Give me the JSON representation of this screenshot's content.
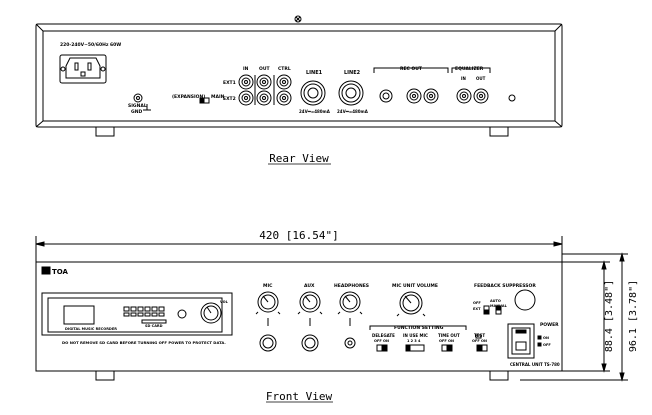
{
  "rear": {
    "view_title": "Rear View",
    "power_rating": "220-240V~50/60Hz 60W",
    "signal_gnd_1": "SIGNAL",
    "signal_gnd_2": "GND",
    "expansion_label": "(EXPANSION)",
    "main_label": "MAIN",
    "in_label": "IN",
    "out_label": "OUT",
    "ctrl_label": "CTRL",
    "ext1_label": "EXT1",
    "ext2_label": "EXT2",
    "line1_label": "LINE1",
    "line1_rating": "24V⎓=480mA",
    "line2_label": "LINE2",
    "line2_rating": "24V⎓=480mA",
    "rec_out_label": "REC OUT",
    "equalizer_label": "EQUALIZER",
    "eq_in_label": "IN",
    "eq_out_label": "OUT"
  },
  "front": {
    "view_title": "Front View",
    "brand": "TOA",
    "width_dim": "420 [16.54\"]",
    "height_dim_inner": "88.4 [3.48\"]",
    "height_dim_outer": "96.1 [3.78\"]",
    "recorder_label": "DIGITAL MUSIC RECORDER",
    "sd_card_label": "SD CARD",
    "vol_label": "VOL",
    "warning": "DO NOT REMOVE SD CARD BEFORE TURNING OFF POWER TO PROTECT DATA.",
    "mic_label": "MIC",
    "aux_label": "AUX",
    "headphones_label": "HEADPHONES",
    "mic_unit_volume_label": "MIC UNIT VOLUME",
    "feedback_suppressor_label": "FEEDBACK SUPPRESSOR",
    "function_setting_label": "FUNCTION SETTING",
    "delegate_label": "DELEGATE",
    "in_use_mic_label": "IN USE MIC",
    "in_use_mic_values": "1 2 3 4",
    "time_out_label": "TIME OUT",
    "test_label": "TEST",
    "off_on": "OFF  ON",
    "fs_off": "OFF",
    "fs_ext": "EXT",
    "fs_auto": "AUTO",
    "fs_manual": "MANUAL",
    "power_label": "POWER",
    "power_on": "ON",
    "power_off": "OFF",
    "model": "CENTRAL UNIT TS-780"
  }
}
